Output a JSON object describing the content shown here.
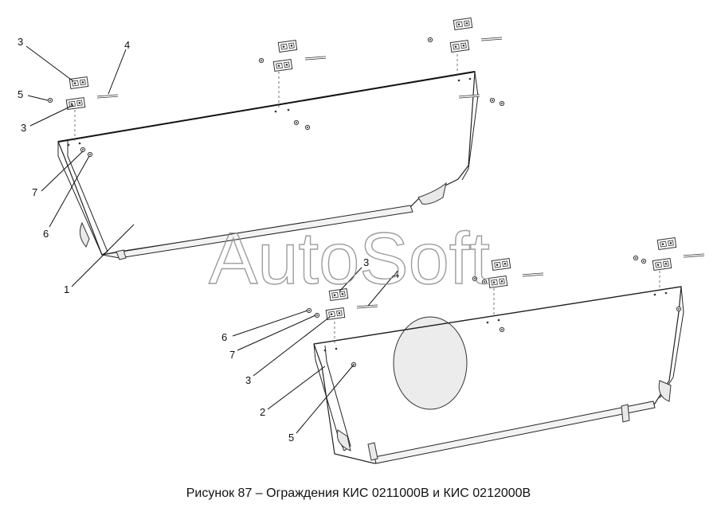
{
  "watermark": "AutoSoft",
  "caption": "Рисунок 87 – Ограждения КИС 0211000В и КИС 0212000В",
  "callouts": {
    "c1": "1",
    "c2": "2",
    "c3a": "3",
    "c3b": "3",
    "c3c": "3",
    "c3d": "3",
    "c4a": "4",
    "c4b": "4",
    "c5a": "5",
    "c5b": "5",
    "c6a": "6",
    "c6b": "6",
    "c7a": "7",
    "c7b": "7"
  },
  "colors": {
    "line": "#222222",
    "part": "#333333",
    "fill": "#ffffff",
    "shade": "#e9e9e9"
  }
}
